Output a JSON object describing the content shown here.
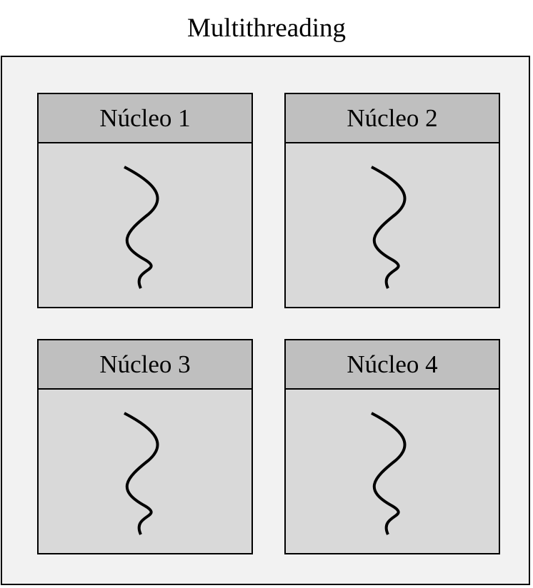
{
  "title": "Multithreading",
  "cores": [
    {
      "label": "Núcleo 1",
      "threads": 1
    },
    {
      "label": "Núcleo 2",
      "threads": 1
    },
    {
      "label": "Núcleo 3",
      "threads": 1
    },
    {
      "label": "Núcleo 4",
      "threads": 1
    }
  ],
  "colors": {
    "background": "#f2f2f2",
    "core_body": "#d9d9d9",
    "core_header": "#bfbfbf",
    "stroke": "#000000"
  },
  "icons": {
    "thread": "thread-squiggle-icon"
  }
}
